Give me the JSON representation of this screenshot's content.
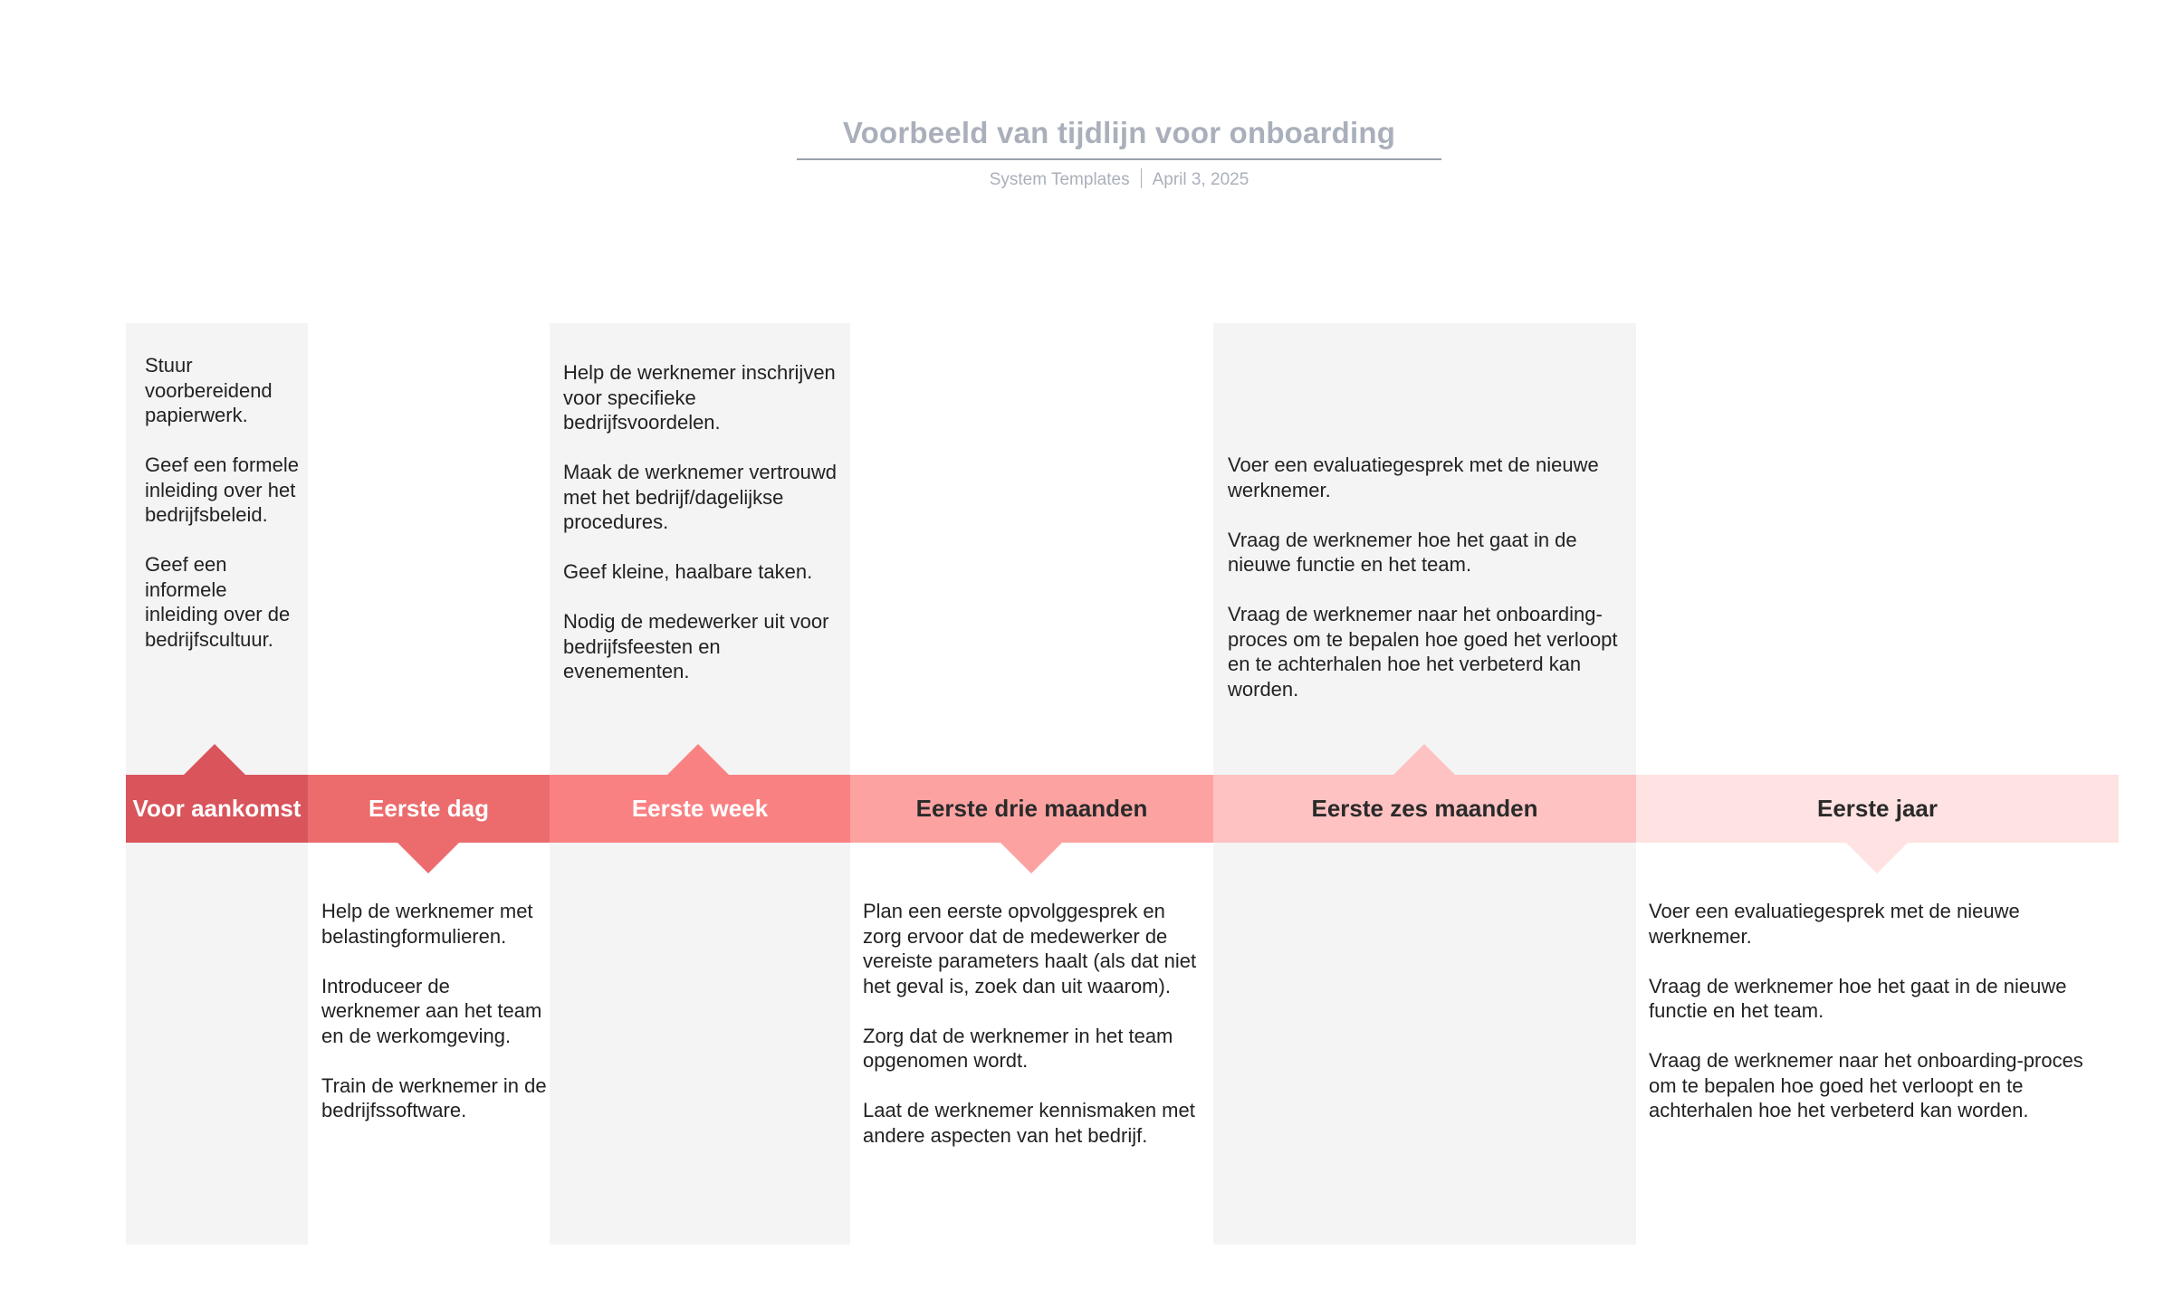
{
  "header": {
    "title": "Voorbeeld van tijdlijn voor onboarding",
    "author": "System Templates",
    "date": "April 3, 2025"
  },
  "colors": {
    "column_background": "#f4f4f4",
    "phase_1": "#d9545b",
    "phase_2": "#ec6c6e",
    "phase_3": "#fa8182",
    "phase_4": "#fca3a2",
    "phase_5": "#fec2c2",
    "phase_6": "#ffe2e2"
  },
  "phases": [
    {
      "label": "Voor aankomst",
      "notes": [
        "Stuur voorbereidend papierwerk.",
        "Geef een formele inleiding over het bedrijfsbeleid.",
        "Geef een informele inleiding over de bedrijfscultuur."
      ]
    },
    {
      "label": "Eerste dag",
      "notes": [
        "Help de werknemer met belastingformulieren.",
        "Introduceer de werknemer aan het team en de werkomgeving.",
        "Train de werknemer in de bedrijfssoftware."
      ]
    },
    {
      "label": "Eerste week",
      "notes": [
        "Help de werknemer inschrijven voor specifieke bedrijfsvoordelen.",
        "Maak de werknemer vertrouwd met het bedrijf/dagelijkse procedures.",
        "Geef kleine, haalbare taken.",
        "Nodig de medewerker uit voor bedrijfsfeesten en evenementen."
      ]
    },
    {
      "label": "Eerste drie maanden",
      "notes": [
        "Plan een eerste opvolggesprek en zorg ervoor dat de medewerker de vereiste parameters haalt (als dat niet het geval is, zoek dan uit waarom).",
        "Zorg dat de werknemer in het team opgenomen wordt.",
        "Laat de werknemer kennismaken met andere aspecten van het bedrijf."
      ]
    },
    {
      "label": "Eerste zes maanden",
      "notes": [
        "Voer een evaluatiegesprek met de nieuwe werknemer.",
        "Vraag de werknemer hoe het gaat in de nieuwe functie en het team.",
        "Vraag de werknemer naar het onboarding-proces om te bepalen hoe goed het verloopt en te achterhalen hoe het verbeterd kan worden."
      ]
    },
    {
      "label": "Eerste jaar",
      "notes": [
        "Voer een evaluatiegesprek met de nieuwe werknemer.",
        "Vraag de werknemer hoe het gaat in de nieuwe functie en het team.",
        "Vraag de werknemer naar het onboarding-proces om te bepalen hoe goed het verloopt en te achterhalen hoe het verbeterd kan worden."
      ]
    }
  ]
}
